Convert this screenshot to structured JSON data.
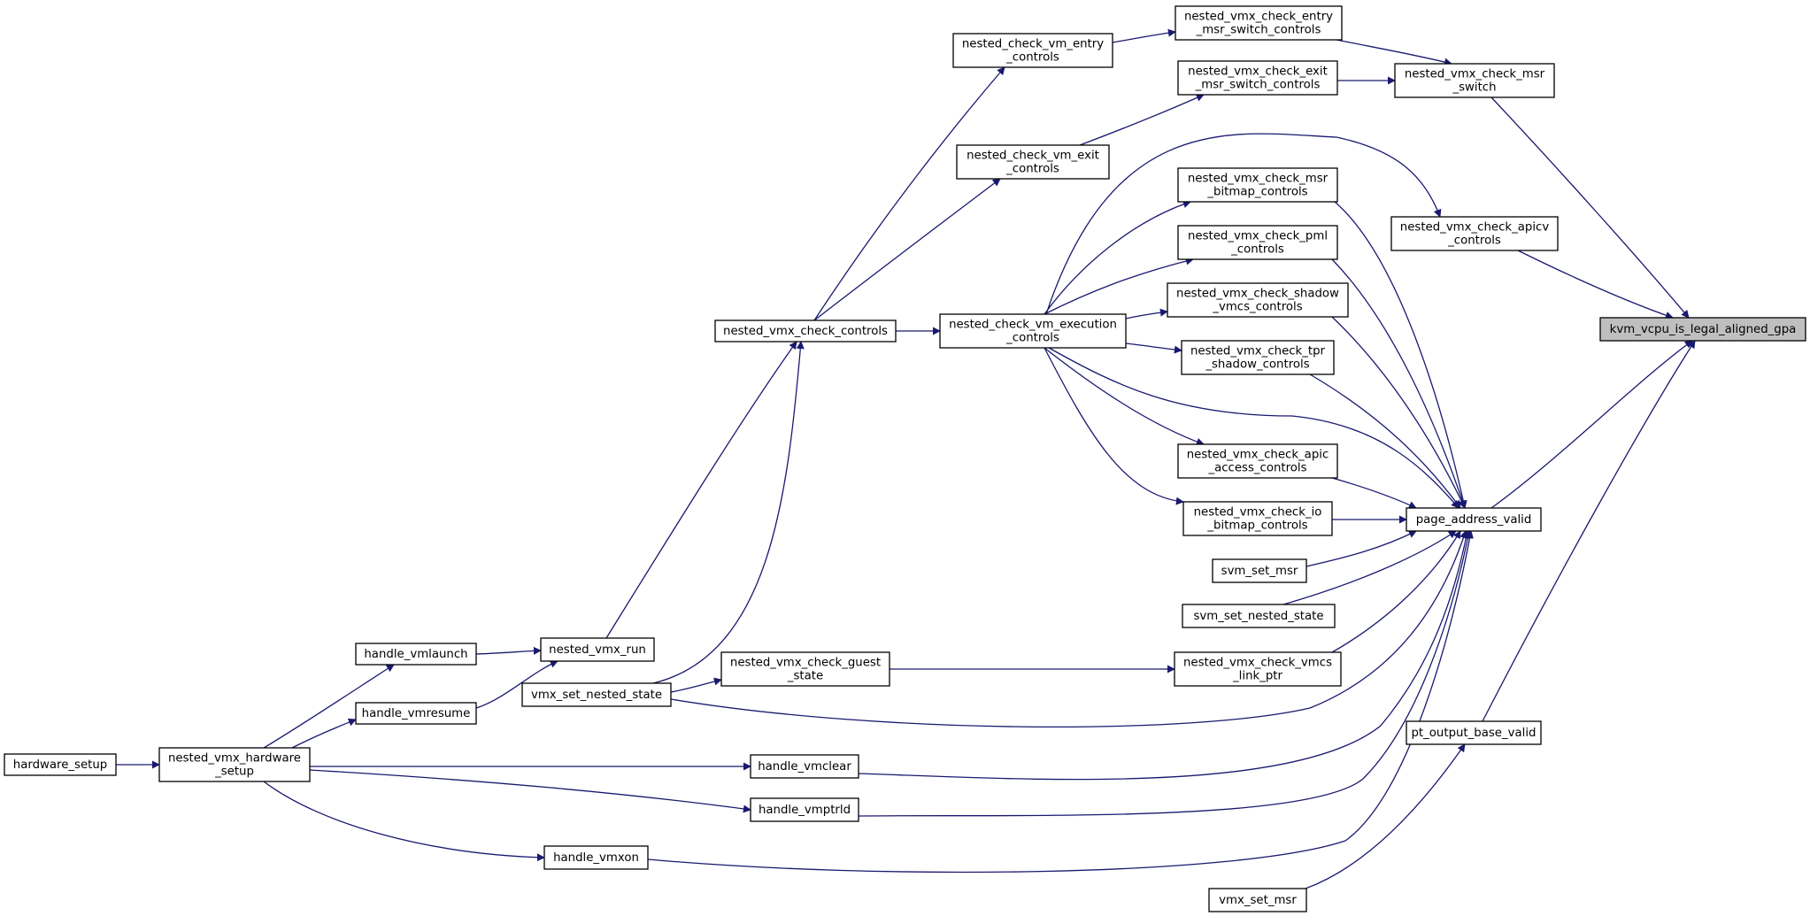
{
  "graph": {
    "colors": {
      "edge": "#191970",
      "node_border": "#000000",
      "root_fill": "#bfbfbf",
      "node_fill": "#ffffff"
    },
    "nodes": [
      {
        "id": "root",
        "lines": [
          "kvm_vcpu_is_legal_aligned_gpa"
        ],
        "root": true
      },
      {
        "id": "msr_switch",
        "lines": [
          "nested_vmx_check_msr",
          "_switch"
        ]
      },
      {
        "id": "entry_msr",
        "lines": [
          "nested_vmx_check_entry",
          "_msr_switch_controls"
        ]
      },
      {
        "id": "exit_msr",
        "lines": [
          "nested_vmx_check_exit",
          "_msr_switch_controls"
        ]
      },
      {
        "id": "vm_entry",
        "lines": [
          "nested_check_vm_entry",
          "_controls"
        ]
      },
      {
        "id": "vm_exit",
        "lines": [
          "nested_check_vm_exit",
          "_controls"
        ]
      },
      {
        "id": "apicv",
        "lines": [
          "nested_vmx_check_apicv",
          "_controls"
        ]
      },
      {
        "id": "msr_bitmap",
        "lines": [
          "nested_vmx_check_msr",
          "_bitmap_controls"
        ]
      },
      {
        "id": "pml",
        "lines": [
          "nested_vmx_check_pml",
          "_controls"
        ]
      },
      {
        "id": "shadow_vmcs",
        "lines": [
          "nested_vmx_check_shadow",
          "_vmcs_controls"
        ]
      },
      {
        "id": "tpr",
        "lines": [
          "nested_vmx_check_tpr",
          "_shadow_controls"
        ]
      },
      {
        "id": "apic_access",
        "lines": [
          "nested_vmx_check_apic",
          "_access_controls"
        ]
      },
      {
        "id": "io_bitmap",
        "lines": [
          "nested_vmx_check_io",
          "_bitmap_controls"
        ]
      },
      {
        "id": "exec",
        "lines": [
          "nested_check_vm_execution",
          "_controls"
        ]
      },
      {
        "id": "check_controls",
        "lines": [
          "nested_vmx_check_controls"
        ]
      },
      {
        "id": "page_valid",
        "lines": [
          "page_address_valid"
        ]
      },
      {
        "id": "svm_set_msr",
        "lines": [
          "svm_set_msr"
        ]
      },
      {
        "id": "svm_nested",
        "lines": [
          "svm_set_nested_state"
        ]
      },
      {
        "id": "vmcs_link",
        "lines": [
          "nested_vmx_check_vmcs",
          "_link_ptr"
        ]
      },
      {
        "id": "guest_state",
        "lines": [
          "nested_vmx_check_guest",
          "_state"
        ]
      },
      {
        "id": "vmx_run",
        "lines": [
          "nested_vmx_run"
        ]
      },
      {
        "id": "vmlaunch",
        "lines": [
          "handle_vmlaunch"
        ]
      },
      {
        "id": "vmresume",
        "lines": [
          "handle_vmresume"
        ]
      },
      {
        "id": "set_nested",
        "lines": [
          "vmx_set_nested_state"
        ]
      },
      {
        "id": "hw_setup_nested",
        "lines": [
          "nested_vmx_hardware",
          "_setup"
        ]
      },
      {
        "id": "hw_setup",
        "lines": [
          "hardware_setup"
        ]
      },
      {
        "id": "vmclear",
        "lines": [
          "handle_vmclear"
        ]
      },
      {
        "id": "vmptrld",
        "lines": [
          "handle_vmptrld"
        ]
      },
      {
        "id": "vmxon",
        "lines": [
          "handle_vmxon"
        ]
      },
      {
        "id": "pt_output",
        "lines": [
          "pt_output_base_valid"
        ]
      },
      {
        "id": "vmx_set_msr",
        "lines": [
          "vmx_set_msr"
        ]
      }
    ],
    "edges": [
      {
        "from": "msr_switch",
        "to": "root"
      },
      {
        "from": "apicv",
        "to": "root"
      },
      {
        "from": "page_valid",
        "to": "root"
      },
      {
        "from": "pt_output",
        "to": "root"
      },
      {
        "from": "entry_msr",
        "to": "msr_switch"
      },
      {
        "from": "exit_msr",
        "to": "msr_switch"
      },
      {
        "from": "vm_entry",
        "to": "entry_msr"
      },
      {
        "from": "vm_exit",
        "to": "exit_msr"
      },
      {
        "from": "check_controls",
        "to": "vm_entry"
      },
      {
        "from": "check_controls",
        "to": "vm_exit"
      },
      {
        "from": "check_controls",
        "to": "exec"
      },
      {
        "from": "exec",
        "to": "apicv"
      },
      {
        "from": "exec",
        "to": "msr_bitmap"
      },
      {
        "from": "exec",
        "to": "pml"
      },
      {
        "from": "exec",
        "to": "shadow_vmcs"
      },
      {
        "from": "exec",
        "to": "tpr"
      },
      {
        "from": "exec",
        "to": "apic_access"
      },
      {
        "from": "exec",
        "to": "io_bitmap"
      },
      {
        "from": "exec",
        "to": "page_valid"
      },
      {
        "from": "msr_bitmap",
        "to": "page_valid"
      },
      {
        "from": "pml",
        "to": "page_valid"
      },
      {
        "from": "shadow_vmcs",
        "to": "page_valid"
      },
      {
        "from": "tpr",
        "to": "page_valid"
      },
      {
        "from": "apic_access",
        "to": "page_valid"
      },
      {
        "from": "io_bitmap",
        "to": "page_valid"
      },
      {
        "from": "svm_set_msr",
        "to": "page_valid"
      },
      {
        "from": "svm_nested",
        "to": "page_valid"
      },
      {
        "from": "vmcs_link",
        "to": "page_valid"
      },
      {
        "from": "set_nested",
        "to": "page_valid"
      },
      {
        "from": "vmclear",
        "to": "page_valid"
      },
      {
        "from": "vmptrld",
        "to": "page_valid"
      },
      {
        "from": "vmxon",
        "to": "page_valid"
      },
      {
        "from": "guest_state",
        "to": "vmcs_link"
      },
      {
        "from": "set_nested",
        "to": "guest_state"
      },
      {
        "from": "vmx_run",
        "to": "check_controls"
      },
      {
        "from": "set_nested",
        "to": "check_controls"
      },
      {
        "from": "vmlaunch",
        "to": "vmx_run"
      },
      {
        "from": "vmresume",
        "to": "vmx_run"
      },
      {
        "from": "hw_setup_nested",
        "to": "vmlaunch"
      },
      {
        "from": "hw_setup_nested",
        "to": "vmresume"
      },
      {
        "from": "hw_setup_nested",
        "to": "vmclear"
      },
      {
        "from": "hw_setup_nested",
        "to": "vmptrld"
      },
      {
        "from": "hw_setup_nested",
        "to": "vmxon"
      },
      {
        "from": "hw_setup",
        "to": "hw_setup_nested"
      },
      {
        "from": "vmx_set_msr",
        "to": "pt_output"
      }
    ]
  }
}
